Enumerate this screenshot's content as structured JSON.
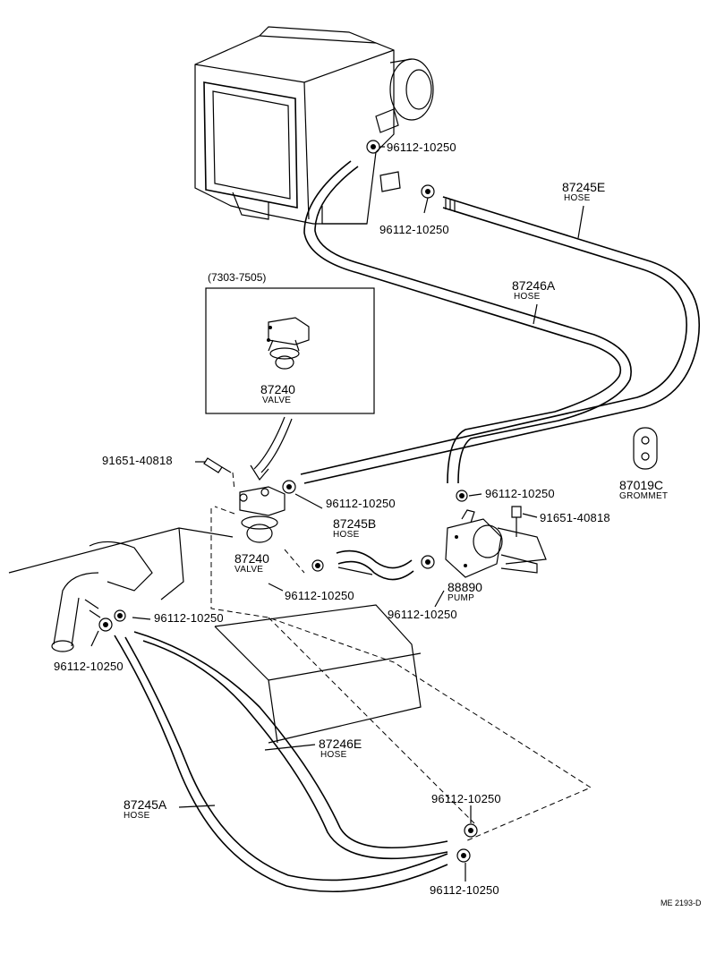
{
  "inset": {
    "title": "(7303-7505)",
    "part_number": "87240",
    "part_name": "VALVE"
  },
  "labels": {
    "clamp_top1": "96112-10250",
    "clamp_top2": "96112-10250",
    "hose_87245e_number": "87245E",
    "hose_87245e_name": "HOSE",
    "hose_87246a_number": "87246A",
    "hose_87246a_name": "HOSE",
    "screw_left": "91651-40818",
    "clamp_mid_valve": "96112-10250",
    "clamp_mid_right": "96112-10250",
    "screw_right": "91651-40818",
    "grommet_number": "87019C",
    "grommet_name": "GROMMET",
    "hose_87245b_number": "87245B",
    "hose_87245b_name": "HOSE",
    "valve_number": "87240",
    "valve_name": "VALVE",
    "clamp_below_valve": "96112-10250",
    "clamp_pump_left": "96112-10250",
    "pump_number": "88890",
    "pump_name": "PUMP",
    "clamp_left_mid": "96112-10250",
    "clamp_left_low": "96112-10250",
    "hose_87246e_number": "87246E",
    "hose_87246e_name": "HOSE",
    "hose_87245a_number": "87245A",
    "hose_87245a_name": "HOSE",
    "clamp_bottom1": "96112-10250",
    "clamp_bottom2": "96112-10250",
    "reference": "ME 2193-D"
  },
  "icons": {
    "heater_unit": "heater-core-box-icon",
    "valve": "water-valve-icon",
    "pump": "water-pump-icon",
    "grommet": "grommet-icon",
    "clamp": "hose-clamp-icon",
    "screw": "screw-icon"
  }
}
